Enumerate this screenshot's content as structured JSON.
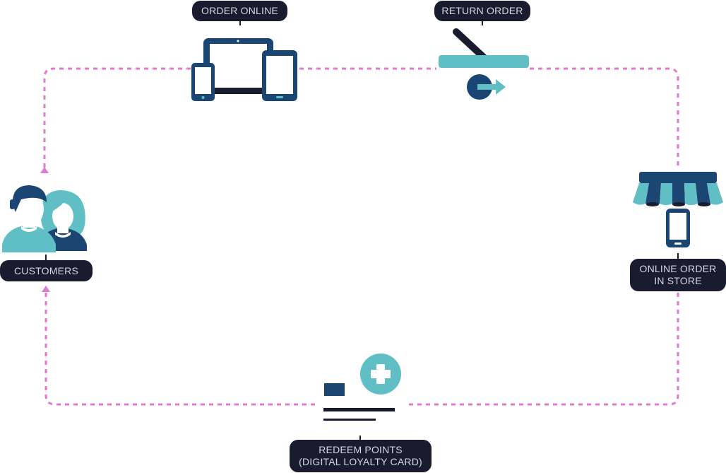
{
  "colors": {
    "navy": "#1b4572",
    "dark_navy": "#181c2e",
    "teal": "#5fbfc4",
    "dashed_path": "#e07ad0",
    "label_bg": "#181c2e",
    "label_text": "#d3d7e3"
  },
  "nodes": {
    "order_online": {
      "label": "ORDER ONLINE",
      "icon": "devices-icon"
    },
    "return_order": {
      "label": "RETURN ORDER",
      "icon": "return-icon"
    },
    "customers": {
      "label": "CUSTOMERS",
      "icon": "customers-icon"
    },
    "online_order_in_store": {
      "label_line1": "ONLINE ORDER",
      "label_line2": "IN STORE",
      "icon": "store-mobile-icon"
    },
    "redeem_points": {
      "label_line1": "REDEEM POINTS",
      "label_line2": "(DIGITAL LOYALTY CARD)",
      "icon": "loyalty-card-icon"
    }
  }
}
